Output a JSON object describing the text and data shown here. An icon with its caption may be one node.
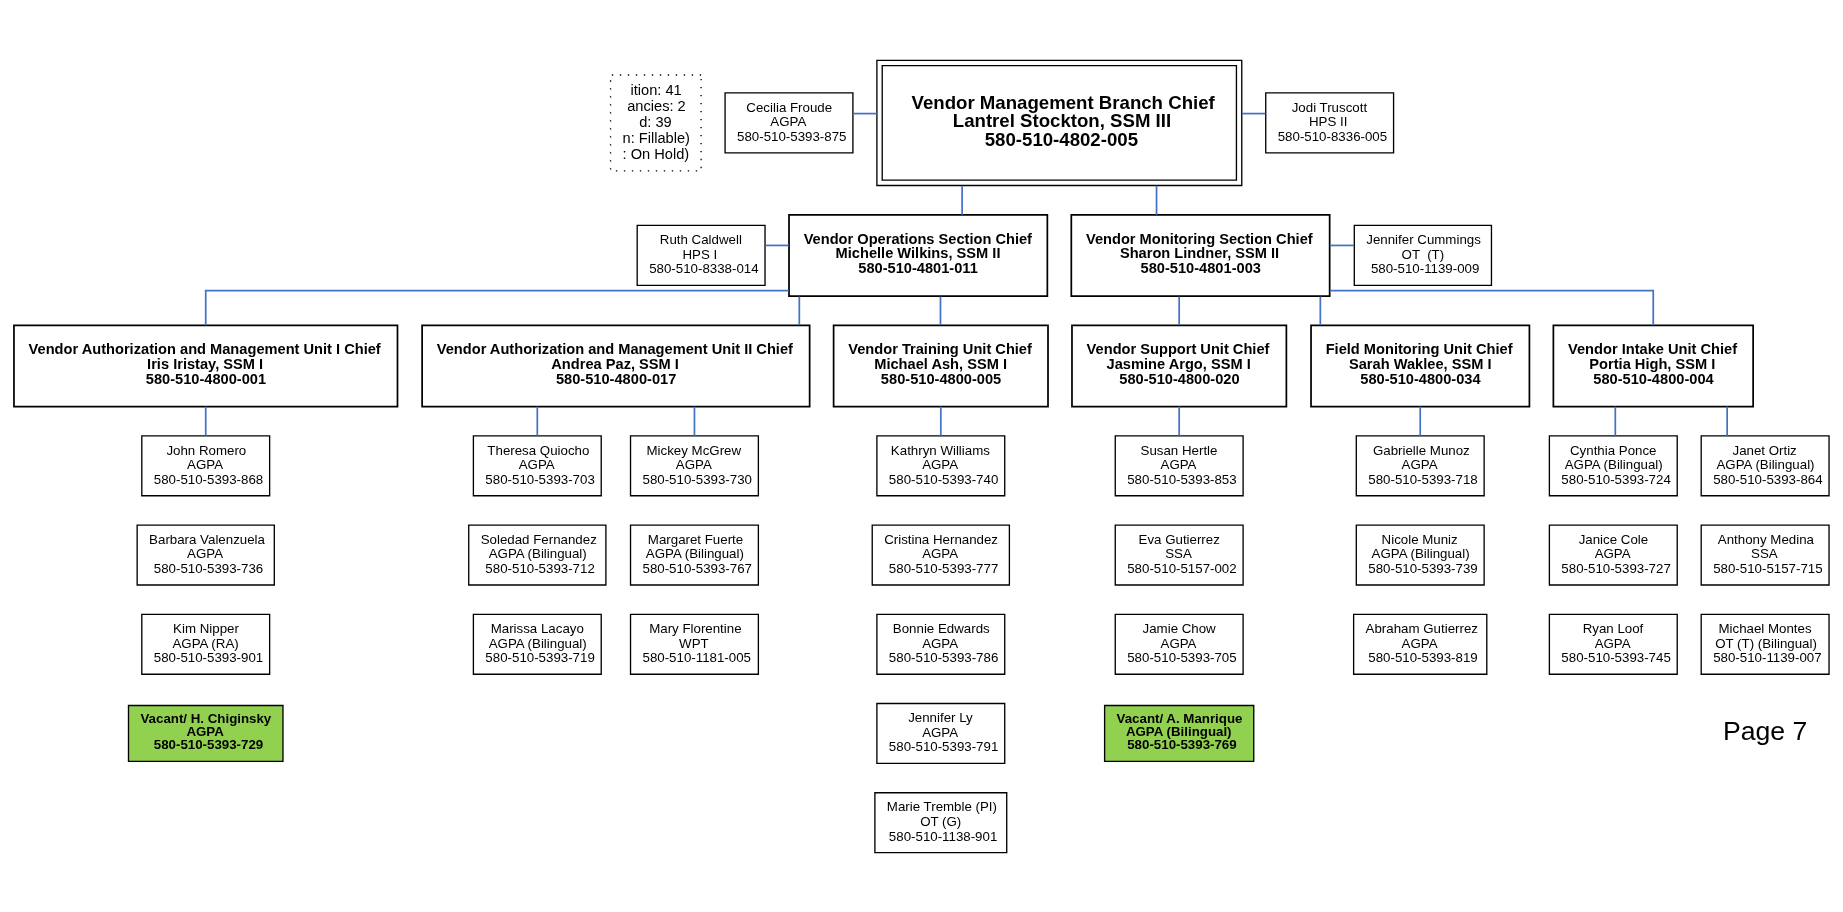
{
  "diagram": {
    "nodes": [
      {
        "text": [
          "ition: 41",
          "ancies: 2",
          "d: 39",
          "n: Fillable)",
          ": On Hold)"
        ]
      },
      {
        "text": [
          "Vendor Management Branch Chief",
          "Lantrel Stockton, SSM III",
          "580-510-4802-005"
        ]
      },
      {
        "text": [
          "Cecilia Froude",
          "AGPA",
          "580-510-5393-875"
        ]
      },
      {
        "text": [
          "Jodi Truscott",
          "HPS II",
          "580-510-8336-005"
        ]
      },
      {
        "text": [
          "Vendor Operations Section Chief",
          "Michelle Wilkins, SSM II",
          "580-510-4801-011"
        ]
      },
      {
        "text": [
          "Ruth Caldwell",
          "HPS I",
          "580-510-8338-014"
        ]
      },
      {
        "text": [
          "Vendor Monitoring Section Chief",
          "Sharon Lindner, SSM II",
          "580-510-4801-003"
        ]
      },
      {
        "text": [
          "Jennifer Cummings",
          "OT  (T)",
          "580-510-1139-009"
        ]
      },
      {
        "text": [
          "Vendor Authorization and Management Unit I Chief",
          "Iris Iristay, SSM I",
          "580-510-4800-001"
        ]
      },
      {
        "text": [
          "Vendor Authorization and Management Unit II Chief",
          "Andrea Paz, SSM I",
          "580-510-4800-017"
        ]
      },
      {
        "text": [
          "Vendor Training Unit Chief",
          "Michael Ash, SSM I",
          "580-510-4800-005"
        ]
      },
      {
        "text": [
          "Vendor Support Unit Chief",
          "Jasmine Argo, SSM I",
          "580-510-4800-020"
        ]
      },
      {
        "text": [
          "Field Monitoring Unit Chief",
          "Sarah Waklee, SSM I",
          "580-510-4800-034"
        ]
      },
      {
        "text": [
          "Vendor Intake Unit Chief",
          "Portia High, SSM I",
          "580-510-4800-004"
        ]
      },
      {
        "text": [
          "John Romero",
          "AGPA",
          "580-510-5393-868"
        ]
      },
      {
        "text": [
          "Barbara Valenzuela",
          "AGPA",
          "580-510-5393-736"
        ]
      },
      {
        "text": [
          "Kim Nipper",
          "AGPA (RA)",
          "580-510-5393-901"
        ]
      },
      {
        "text": [
          "Vacant/ H. Chiginsky",
          "AGPA",
          "580-510-5393-729"
        ]
      },
      {
        "text": [
          "Theresa Quiocho",
          "AGPA",
          "580-510-5393-703"
        ]
      },
      {
        "text": [
          "Soledad Fernandez",
          "AGPA (Bilingual)",
          "580-510-5393-712"
        ]
      },
      {
        "text": [
          "Marissa Lacayo",
          "AGPA (Bilingual)",
          "580-510-5393-719"
        ]
      },
      {
        "text": [
          "Mickey McGrew",
          "AGPA",
          "580-510-5393-730"
        ]
      },
      {
        "text": [
          "Margaret Fuerte",
          "AGPA (Bilingual)",
          "580-510-5393-767"
        ]
      },
      {
        "text": [
          "Mary Florentine",
          "WPT",
          "580-510-1181-005"
        ]
      },
      {
        "text": [
          "Kathryn Williams",
          "AGPA",
          "580-510-5393-740"
        ]
      },
      {
        "text": [
          "Cristina Hernandez",
          "AGPA",
          "580-510-5393-777"
        ]
      },
      {
        "text": [
          "Bonnie Edwards",
          "AGPA",
          "580-510-5393-786"
        ]
      },
      {
        "text": [
          "Jennifer Ly",
          "AGPA",
          "580-510-5393-791"
        ]
      },
      {
        "text": [
          "Marie Tremble (PI)",
          "OT (G)",
          "580-510-1138-901"
        ]
      },
      {
        "text": [
          "Susan Hertle",
          "AGPA",
          "580-510-5393-853"
        ]
      },
      {
        "text": [
          "Eva Gutierrez",
          "SSA",
          "580-510-5157-002"
        ]
      },
      {
        "text": [
          "Jamie Chow",
          "AGPA",
          "580-510-5393-705"
        ]
      },
      {
        "text": [
          "Vacant/ A. Manrique",
          "AGPA (Bilingual)",
          "580-510-5393-769"
        ]
      },
      {
        "text": [
          "Gabrielle Munoz",
          "AGPA",
          "580-510-5393-718"
        ]
      },
      {
        "text": [
          "Nicole Muniz",
          "AGPA (Bilingual)",
          "580-510-5393-739"
        ]
      },
      {
        "text": [
          "Abraham Gutierrez",
          "AGPA",
          "580-510-5393-819"
        ]
      },
      {
        "text": [
          "Cynthia Ponce",
          "AGPA (Bilingual)",
          "580-510-5393-724"
        ]
      },
      {
        "text": [
          "Janice Cole",
          "AGPA",
          "580-510-5393-727"
        ]
      },
      {
        "text": [
          "Ryan Loof",
          "AGPA",
          "580-510-5393-745"
        ]
      },
      {
        "text": [
          "Janet Ortiz",
          "AGPA (Bilingual)",
          "580-510-5393-864"
        ]
      },
      {
        "text": [
          "Anthony Medina",
          "SSA",
          "580-510-5157-715"
        ]
      },
      {
        "text": [
          "Michael Montes",
          "OT (T) (Bilingual)",
          "580-510-1139-007"
        ]
      }
    ],
    "edges": [
      {
        "from": 1,
        "to": 2,
        "arrow": "none"
      },
      {
        "from": 1,
        "to": 3,
        "arrow": "none"
      },
      {
        "from": 1,
        "to": 4,
        "arrow": "none"
      },
      {
        "from": 1,
        "to": 6,
        "arrow": "none"
      },
      {
        "from": 4,
        "to": 5,
        "arrow": "none"
      },
      {
        "from": 6,
        "to": 7,
        "arrow": "none"
      },
      {
        "from": 4,
        "to": 8,
        "arrow": "none"
      },
      {
        "from": 4,
        "to": 9,
        "arrow": "none"
      },
      {
        "from": 4,
        "to": 10,
        "arrow": "none"
      },
      {
        "from": 6,
        "to": 11,
        "arrow": "none"
      },
      {
        "from": 6,
        "to": 12,
        "arrow": "none"
      },
      {
        "from": 6,
        "to": 13,
        "arrow": "none"
      },
      {
        "from": 8,
        "to": 14,
        "arrow": "none"
      },
      {
        "from": 9,
        "to": 18,
        "arrow": "none"
      },
      {
        "from": 9,
        "to": 21,
        "arrow": "none"
      },
      {
        "from": 10,
        "to": 24,
        "arrow": "none"
      },
      {
        "from": 11,
        "to": 29,
        "arrow": "none"
      },
      {
        "from": 12,
        "to": 33,
        "arrow": "none"
      },
      {
        "from": 13,
        "to": 36,
        "arrow": "none"
      },
      {
        "from": 13,
        "to": 39,
        "arrow": "none"
      }
    ],
    "labels": [
      "Page 7"
    ]
  }
}
